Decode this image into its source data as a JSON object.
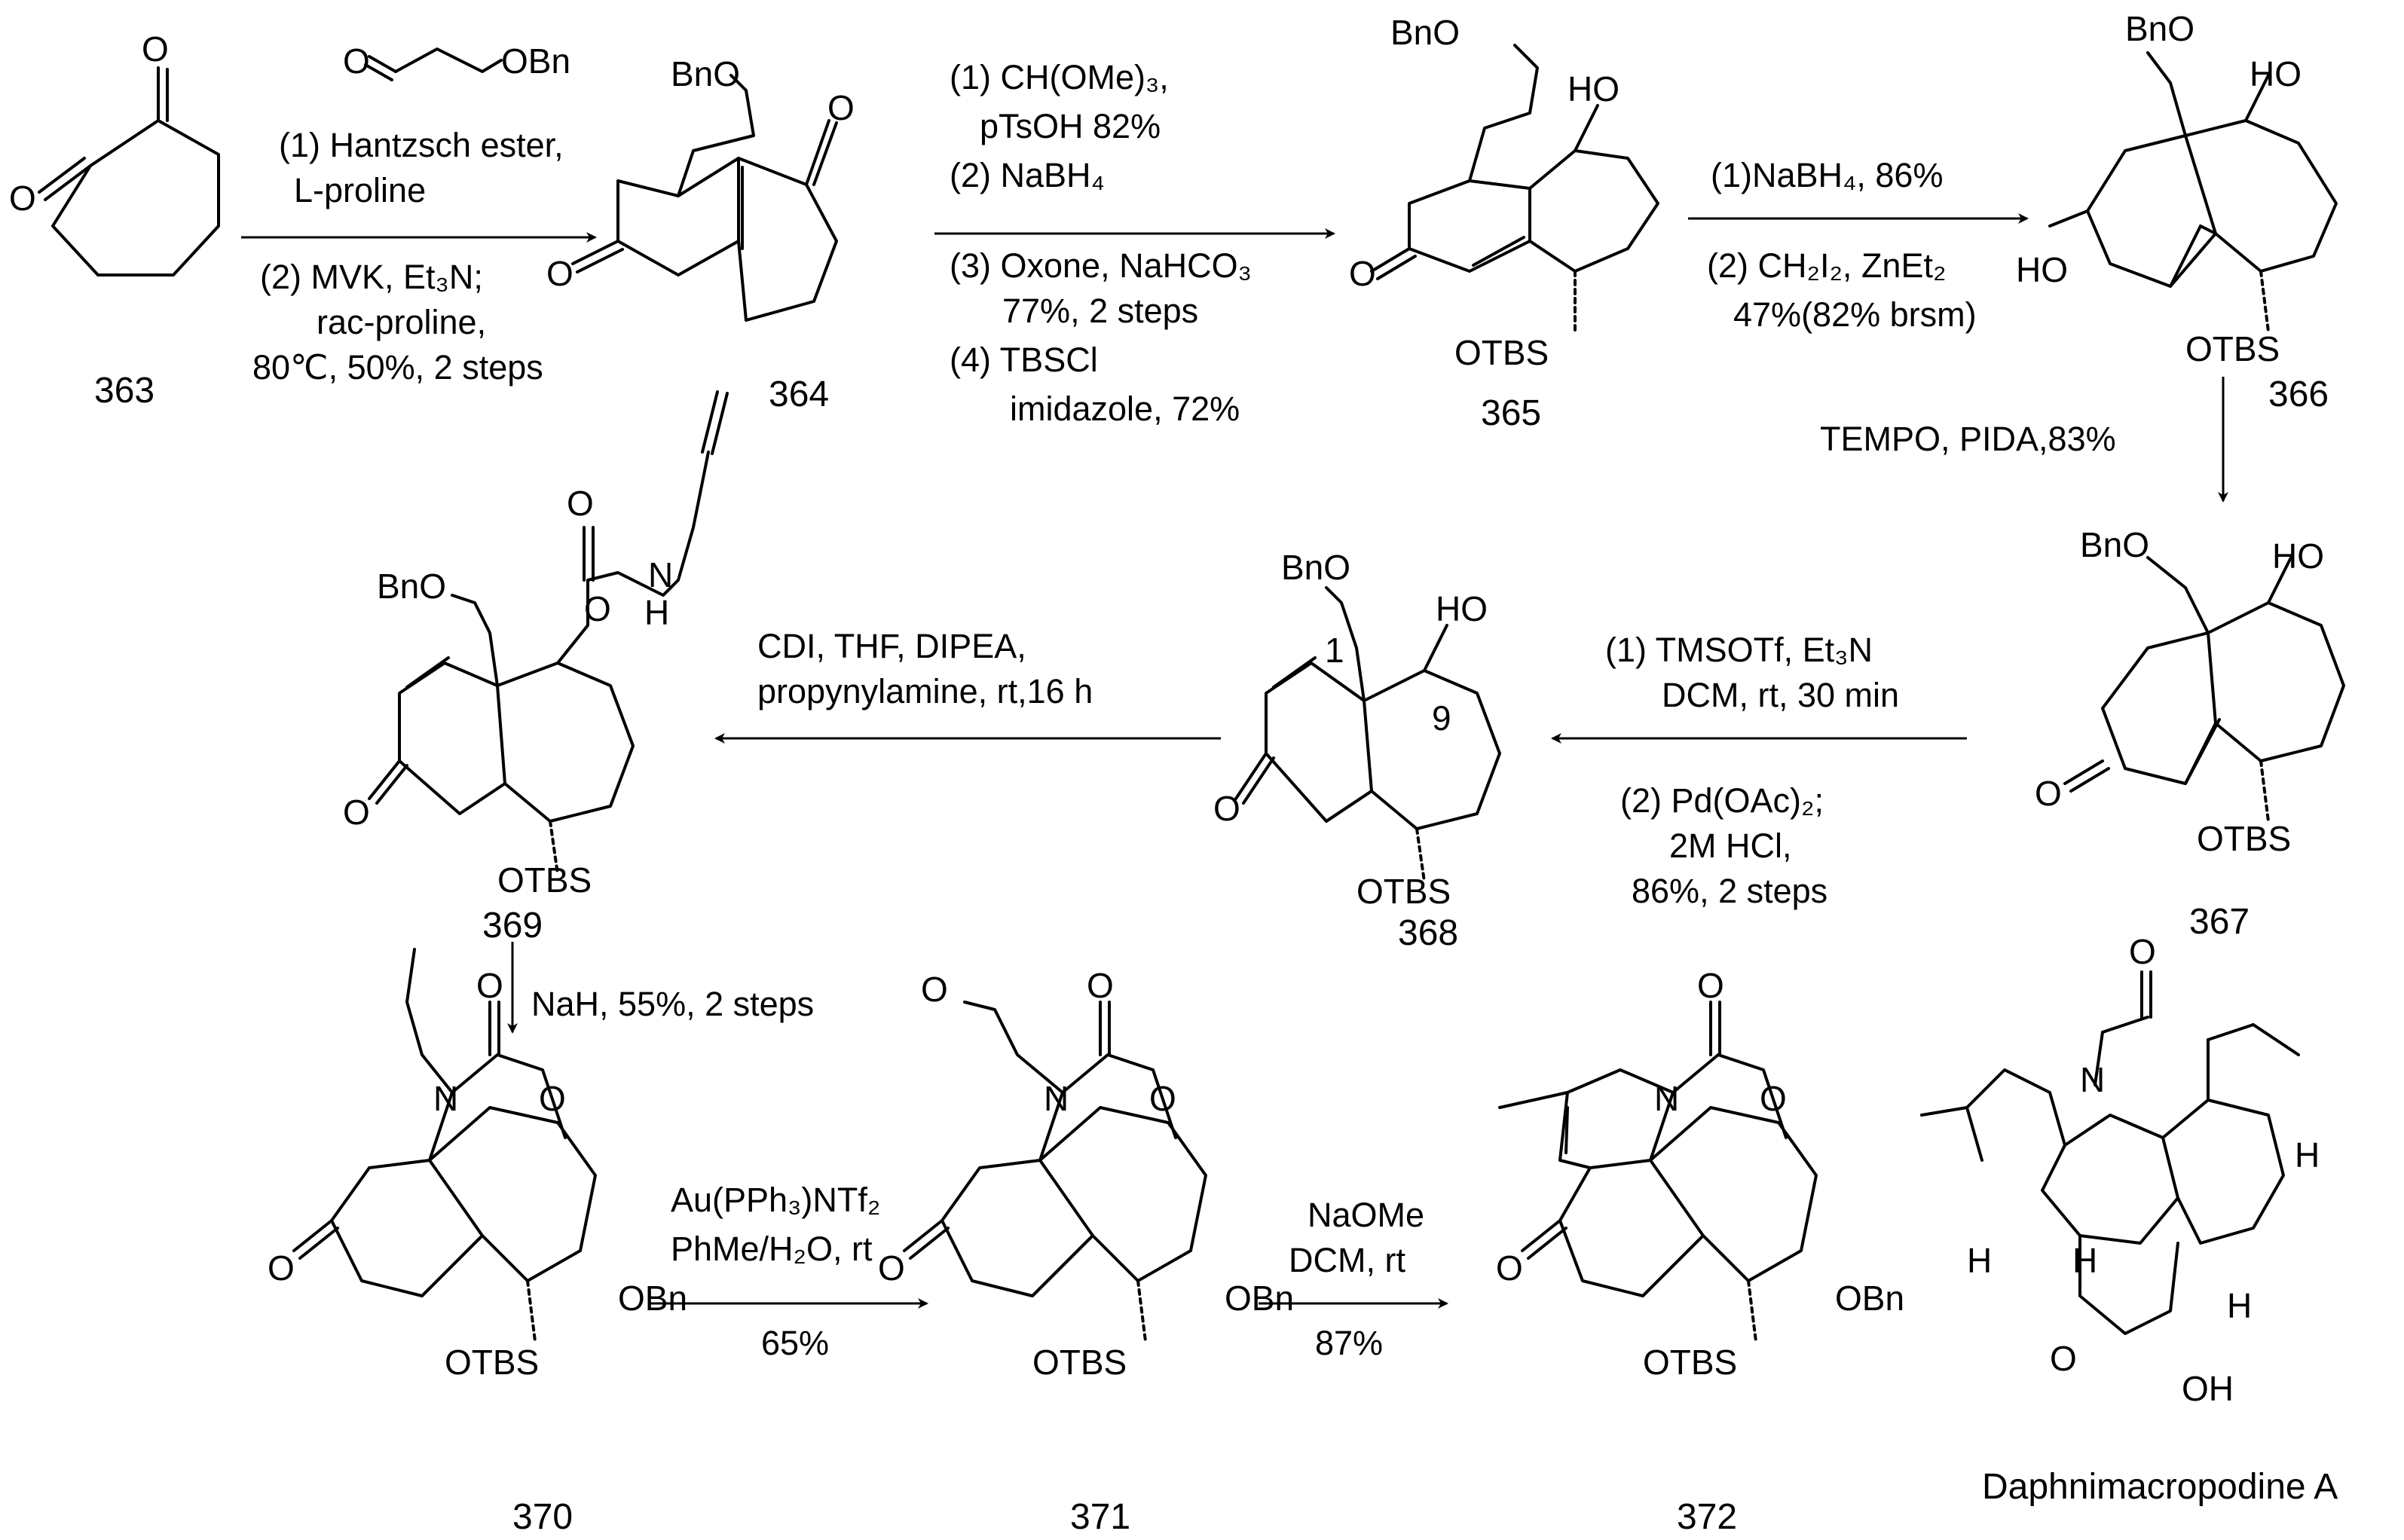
{
  "compounds": {
    "c363": "363",
    "c364": "364",
    "c365": "365",
    "c366": "366",
    "c367": "367",
    "c368": "368",
    "c369": "369",
    "c370": "370",
    "c371": "371",
    "c372": "372",
    "target": "Daphnimacropodine A"
  },
  "atoms": {
    "O": "O",
    "OBn": "OBn",
    "BnO": "BnO",
    "HO": "HO",
    "OTBS": "OTBS",
    "OH": "OH",
    "N": "N",
    "NH_N": "N",
    "NH_H": "H",
    "H": "H",
    "pos1": "1",
    "pos9": "9"
  },
  "conditions": {
    "step1": {
      "a": "(1) Hantzsch ester,",
      "b": "L-proline",
      "c": "(2) MVK, Et₃N;",
      "d": "rac-proline,",
      "e": "80℃,  50%, 2 steps"
    },
    "step2": {
      "a": "(1) CH(OMe)₃,",
      "b": "pTsOH 82%",
      "c": "(2) NaBH₄",
      "d": "(3) Oxone, NaHCO₃",
      "e": "77%, 2 steps",
      "f": "(4) TBSCl",
      "g": "imidazole, 72%"
    },
    "step3": {
      "a": "(1)NaBH₄, 86%",
      "b": "(2) CH₂I₂, ZnEt₂",
      "c": "47%(82% brsm)"
    },
    "step4": {
      "a": "TEMPO, PIDA,83%"
    },
    "step5": {
      "a": "(1) TMSOTf, Et₃N",
      "b": "DCM, rt, 30 min",
      "c": "(2) Pd(OAc)₂;",
      "d": "2M HCl,",
      "e": "86%, 2 steps"
    },
    "step6": {
      "a": "CDI, THF, DIPEA,",
      "b": "propynylamine, rt,16 h"
    },
    "step7": {
      "a": "NaH, 55%, 2 steps"
    },
    "step8": {
      "a": "Au(PPh₃)NTf₂",
      "b": "PhMe/H₂O, rt",
      "c": "65%"
    },
    "step9": {
      "a": "NaOMe",
      "b": "DCM, rt",
      "c": "87%"
    }
  }
}
